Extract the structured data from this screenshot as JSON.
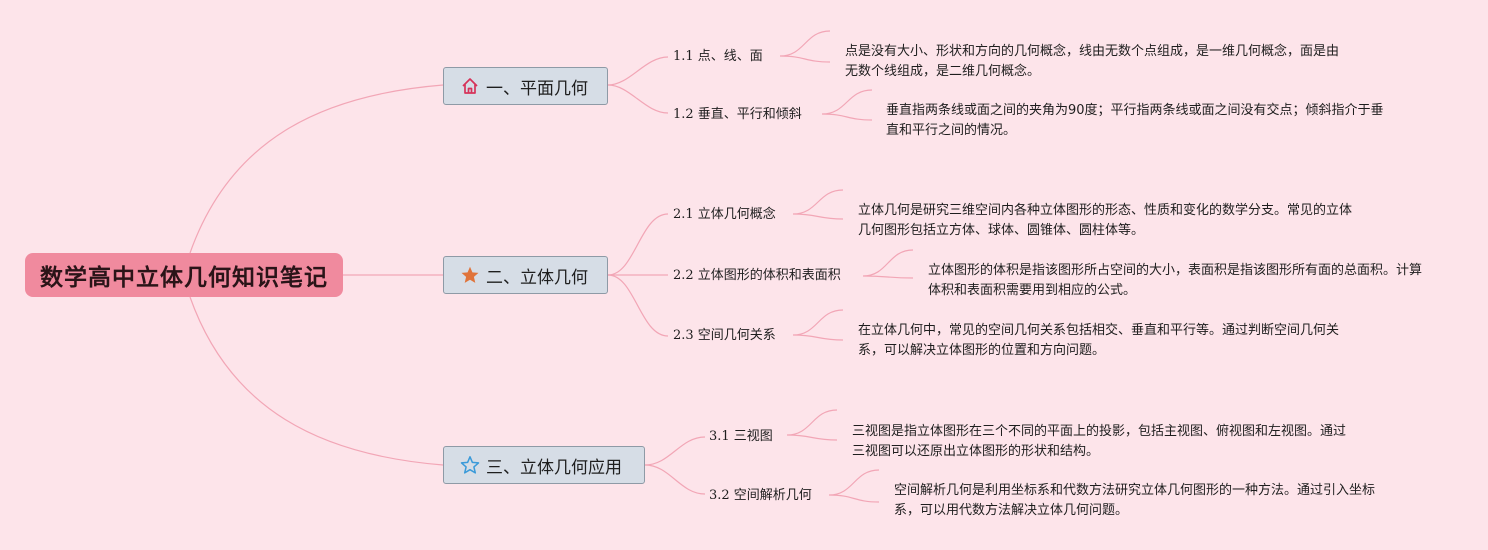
{
  "root": {
    "title": "数学高中立体几何知识笔记"
  },
  "branches": [
    {
      "label": "一、平面几何",
      "icon": "house-icon",
      "subs": [
        {
          "label": "1.1 点、线、面",
          "desc": "点是没有大小、形状和方向的几何概念，线由无数个点组成，是一维几何概念，面是由无数个线组成，是二维几何概念。"
        },
        {
          "label": "1.2 垂直、平行和倾斜",
          "desc": "垂直指两条线或面之间的夹角为90度；平行指两条线或面之间没有交点；倾斜指介于垂直和平行之间的情况。"
        }
      ]
    },
    {
      "label": "二、立体几何",
      "icon": "star-filled-icon",
      "subs": [
        {
          "label": "2.1 立体几何概念",
          "desc": "立体几何是研究三维空间内各种立体图形的形态、性质和变化的数学分支。常见的立体几何图形包括立方体、球体、圆锥体、圆柱体等。"
        },
        {
          "label": "2.2 立体图形的体积和表面积",
          "desc": "立体图形的体积是指该图形所占空间的大小，表面积是指该图形所有面的总面积。计算体积和表面积需要用到相应的公式。"
        },
        {
          "label": "2.3 空间几何关系",
          "desc": "在立体几何中，常见的空间几何关系包括相交、垂直和平行等。通过判断空间几何关系，可以解决立体图形的位置和方向问题。"
        }
      ]
    },
    {
      "label": "三、立体几何应用",
      "icon": "star-outline-icon",
      "subs": [
        {
          "label": "3.1 三视图",
          "desc": "三视图是指立体图形在三个不同的平面上的投影，包括主视图、俯视图和左视图。通过三视图可以还原出立体图形的形状和结构。"
        },
        {
          "label": "3.2 空间解析几何",
          "desc": "空间解析几何是利用坐标系和代数方法研究立体几何图形的一种方法。通过引入坐标系，可以用代数方法解决立体几何问题。"
        }
      ]
    }
  ],
  "colors": {
    "background": "#fde4ea",
    "root_fill": "#f08a9e",
    "connector": "#f2a6b6",
    "branch_fill": "#d6dde6",
    "branch_border": "#8e9aa6",
    "house_icon": "#d6335a",
    "star_filled": "#e0733a",
    "star_outline": "#3a9ad9"
  }
}
